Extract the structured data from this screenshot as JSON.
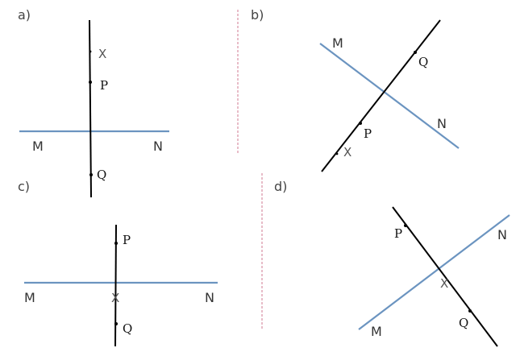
{
  "panels": {
    "a": {
      "label": "a)",
      "line_m": "M",
      "line_n": "N",
      "point_x": "X",
      "point_p": "P",
      "point_q": "Q"
    },
    "b": {
      "label": "b)",
      "line_m": "M",
      "line_n": "N",
      "point_x": "X",
      "point_p": "P",
      "point_q": "Q"
    },
    "c": {
      "label": "c)",
      "line_m": "M",
      "line_n": "N",
      "point_x": "X",
      "point_p": "P",
      "point_q": "Q"
    },
    "d": {
      "label": "d)",
      "line_m": "M",
      "line_n": "N",
      "point_x": "X",
      "point_p": "P",
      "point_q": "Q"
    }
  },
  "colors": {
    "line_mn": "#6b94c0",
    "line_pq": "#000000",
    "divider": "#d07a90"
  }
}
